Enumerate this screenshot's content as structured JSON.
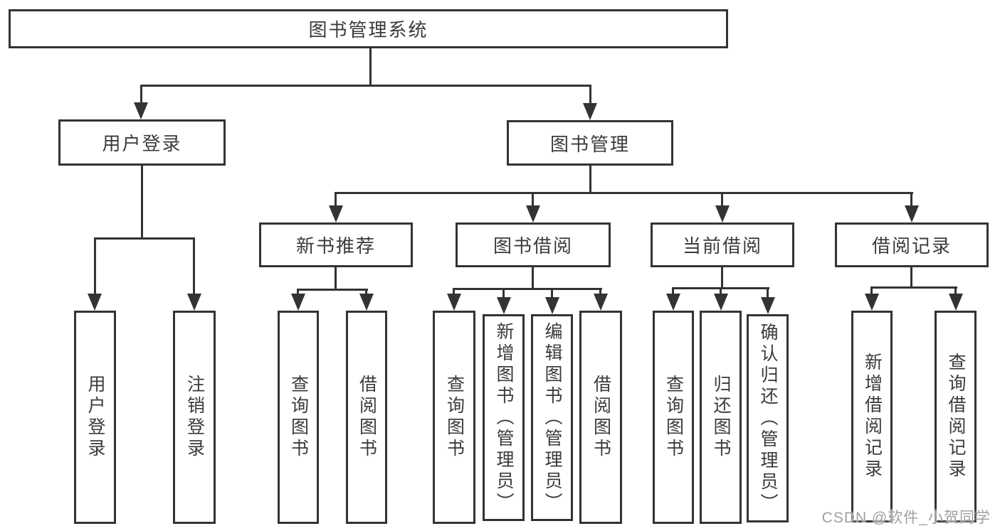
{
  "colors": {
    "line": "#333333",
    "text": "#3b3b3b",
    "background": "#ffffff",
    "watermark": "#9f9f9f"
  },
  "watermark": "CSDN @软件_小贺同学",
  "tree": {
    "root": {
      "label": "图书管理系统",
      "children": [
        {
          "label": "用户登录",
          "children": [
            {
              "label": "用户登录"
            },
            {
              "label": "注销登录"
            }
          ]
        },
        {
          "label": "图书管理",
          "children": [
            {
              "label": "新书推荐",
              "children": [
                {
                  "label": "查询图书"
                },
                {
                  "label": "借阅图书"
                }
              ]
            },
            {
              "label": "图书借阅",
              "children": [
                {
                  "label": "查询图书"
                },
                {
                  "label": "新增图书（管理员）"
                },
                {
                  "label": "编辑图书（管理员）"
                },
                {
                  "label": "借阅图书"
                }
              ]
            },
            {
              "label": "当前借阅",
              "children": [
                {
                  "label": "查询图书"
                },
                {
                  "label": "归还图书"
                },
                {
                  "label": "确认归还（管理员）"
                }
              ]
            },
            {
              "label": "借阅记录",
              "children": [
                {
                  "label": "新增借阅记录"
                },
                {
                  "label": "查询借阅记录"
                }
              ]
            }
          ]
        }
      ]
    }
  }
}
